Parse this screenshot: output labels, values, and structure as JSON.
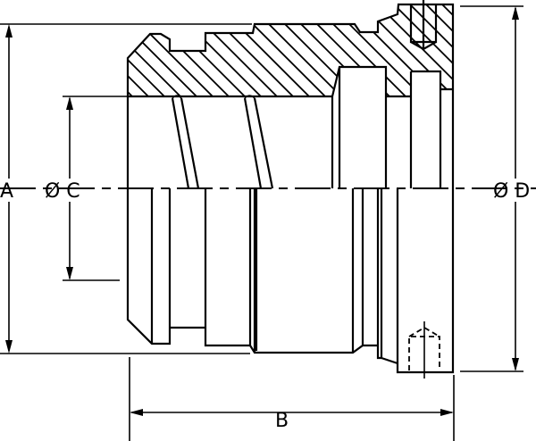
{
  "drawing": {
    "labels": {
      "dim_a": "A",
      "dim_b": "B",
      "dim_c": "Ø C",
      "dim_d": "Ø D"
    },
    "colors": {
      "line": "#000000",
      "background": "#ffffff"
    }
  }
}
